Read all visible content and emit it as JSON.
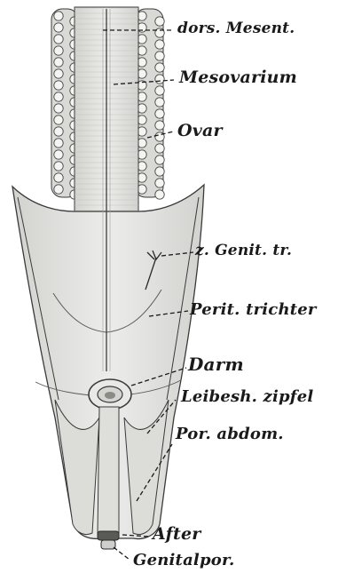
{
  "labels": {
    "dors_mesent": "dors. Mesent.",
    "mesovarium": "Mesovarium",
    "ovar": "Ovar",
    "genit_tr": "z. Genit. tr.",
    "perit_trichter": "Perit. trichter",
    "darm": "Darm",
    "leibesh_zipfel": "Leibesh. zipfel",
    "por_abdom": "Por. abdom.",
    "after": "After",
    "genitalpor": "Genitalpor."
  },
  "colors": {
    "tissue_fill": "#e6e6e4",
    "tissue_shade": "#cfcfcc",
    "outline": "#3a3a3a",
    "ovary_egg": "#f4f4f2",
    "label_text": "#1a1a1a"
  }
}
